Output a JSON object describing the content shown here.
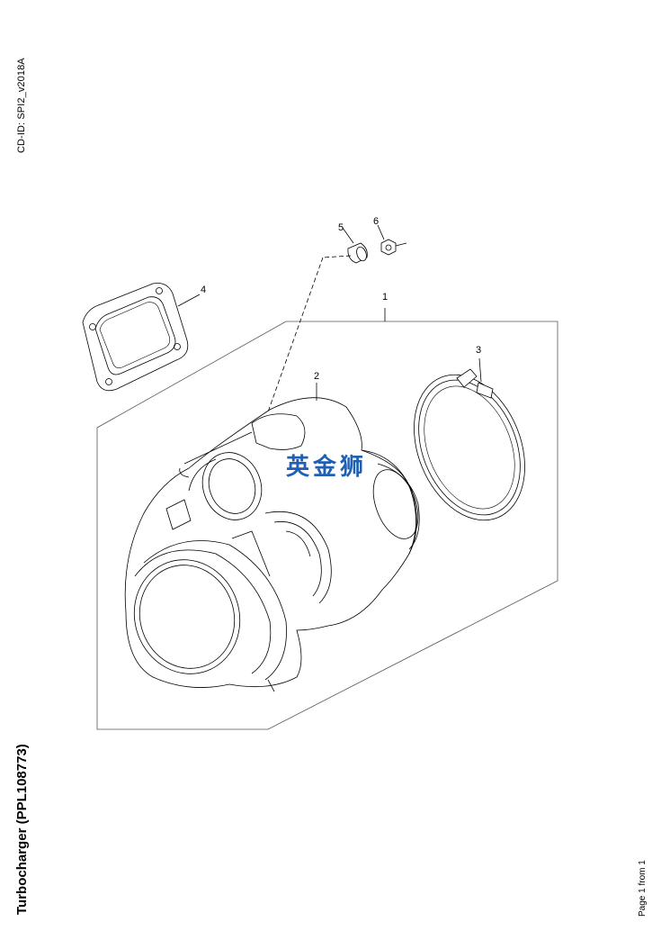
{
  "header": {
    "document_id": "CD-ID: SPI2_v2018A"
  },
  "title": "Turbocharger (PPL108773)",
  "footer": {
    "page_info": "Page 1 from 1"
  },
  "watermark": "英金狮",
  "callouts": [
    "1",
    "2",
    "3",
    "4",
    "5",
    "6"
  ],
  "colors": {
    "watermark": "#1f5fb4",
    "line": "#000000"
  }
}
